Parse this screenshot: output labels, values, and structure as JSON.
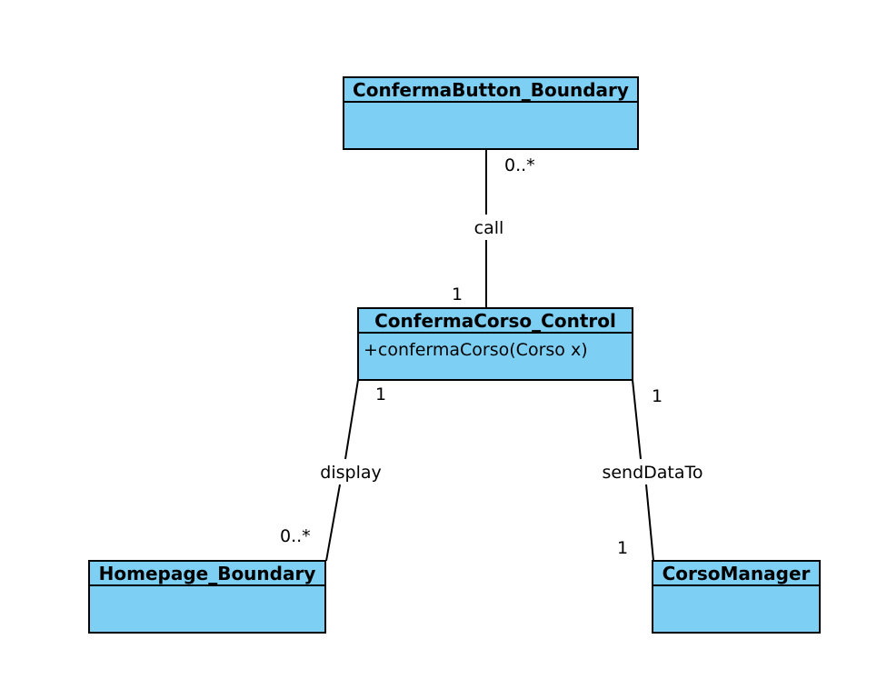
{
  "classes": {
    "conferma_button": {
      "name": "ConfermaButton_Boundary",
      "operations": []
    },
    "conferma_corso": {
      "name": "ConfermaCorso_Control",
      "operations": [
        "+confermaCorso(Corso x)"
      ]
    },
    "homepage": {
      "name": "Homepage_Boundary",
      "operations": []
    },
    "corso_manager": {
      "name": "CorsoManager",
      "operations": []
    }
  },
  "associations": {
    "call": {
      "label": "call",
      "mult_source": "0..*",
      "mult_target": "1"
    },
    "display": {
      "label": "display",
      "mult_source": "1",
      "mult_target": "0..*"
    },
    "send": {
      "label": "sendDataTo",
      "mult_source": "1",
      "mult_target": "1"
    }
  },
  "colors": {
    "class_fill": "#7dd0f4",
    "stroke": "#000000"
  }
}
